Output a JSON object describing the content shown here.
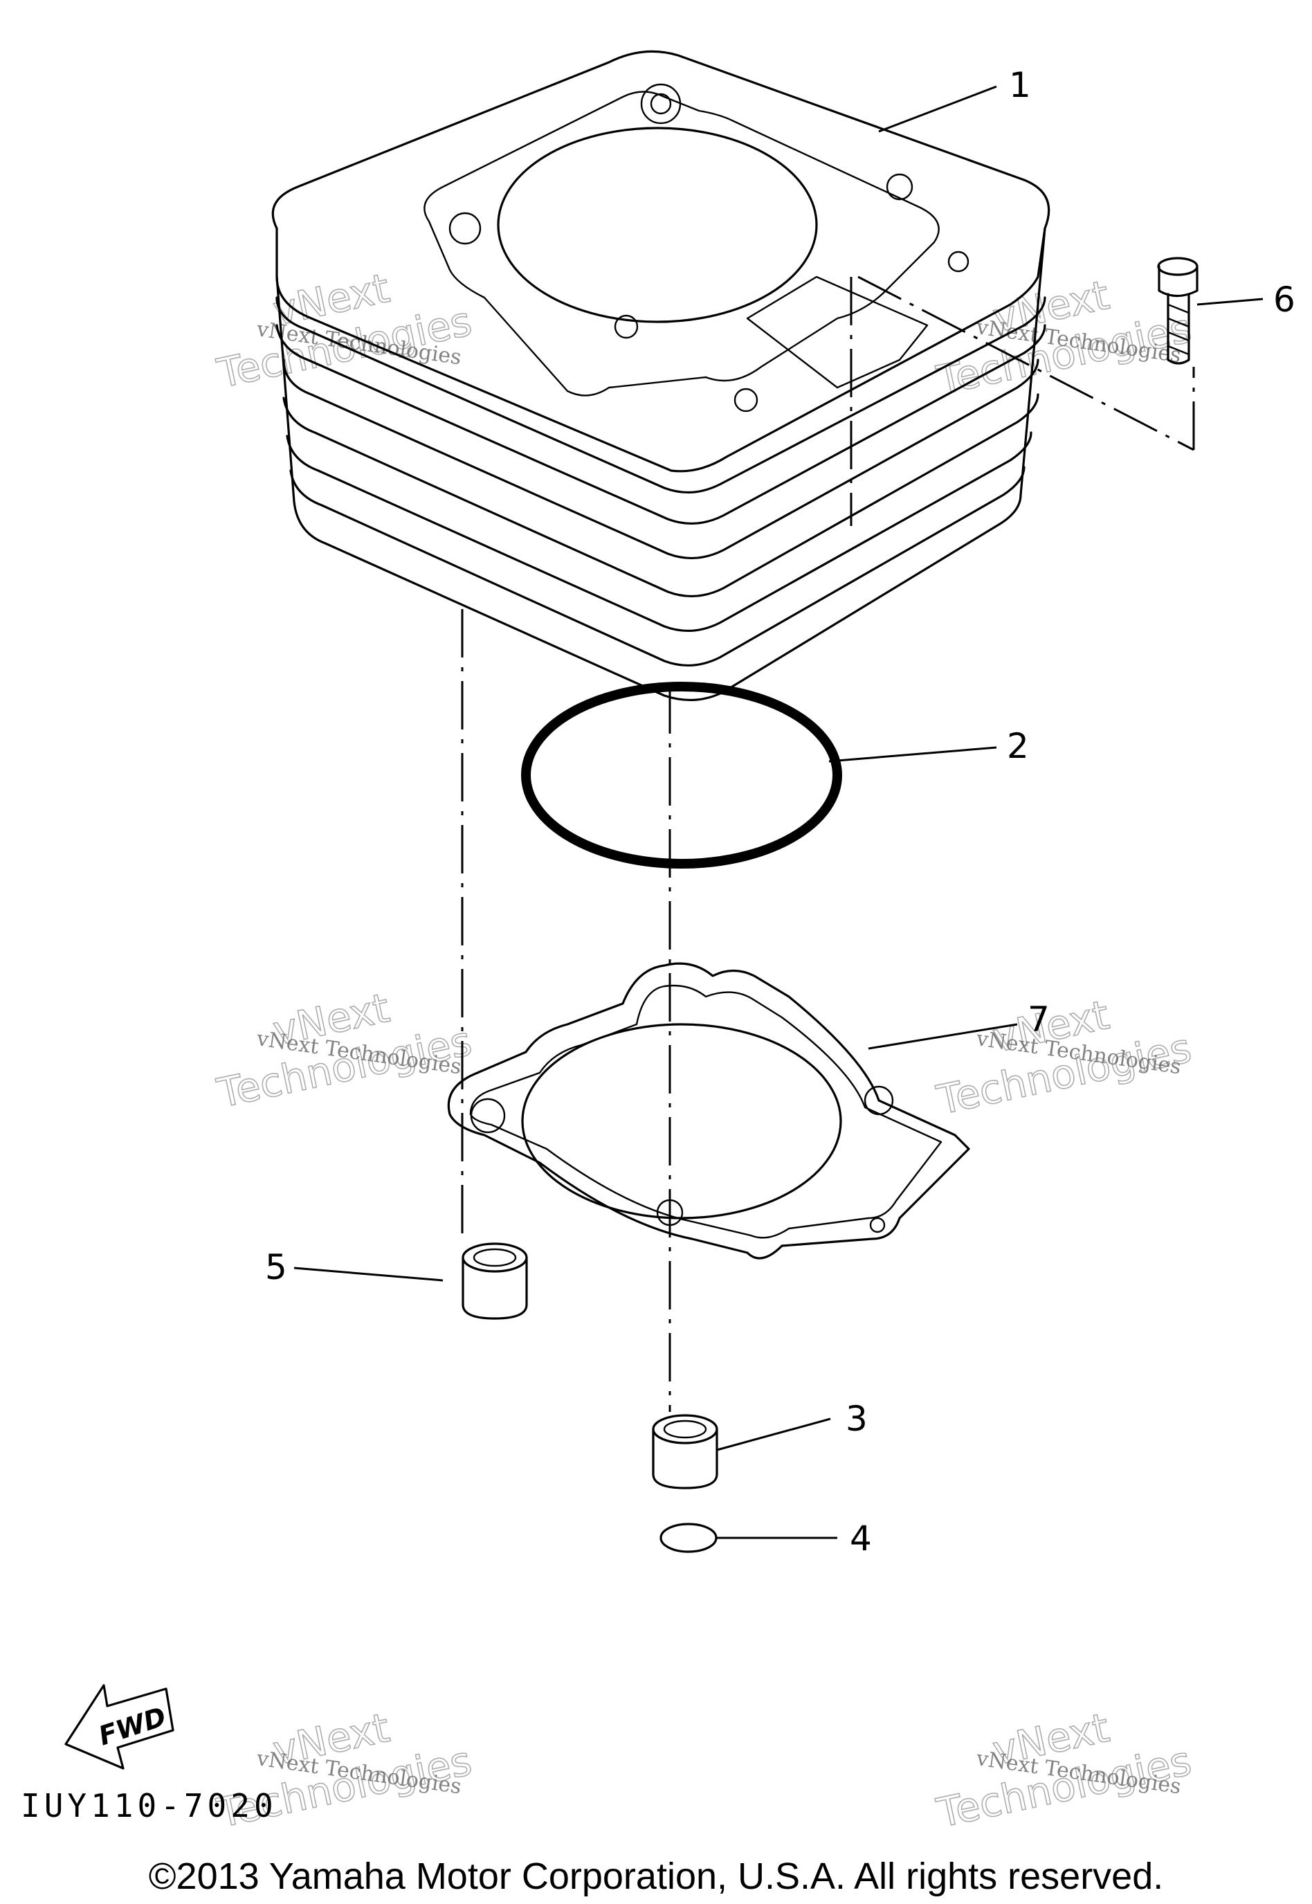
{
  "diagram": {
    "callouts": [
      {
        "id": "1",
        "label": "1"
      },
      {
        "id": "2",
        "label": "2"
      },
      {
        "id": "3",
        "label": "3"
      },
      {
        "id": "4",
        "label": "4"
      },
      {
        "id": "5",
        "label": "5"
      },
      {
        "id": "6",
        "label": "6"
      },
      {
        "id": "7",
        "label": "7"
      }
    ],
    "fwd_label": "FWD",
    "drawing_code": "IUY110-7020",
    "watermark": {
      "line1": "vNext Technologies",
      "line2": "vNext",
      "line3": "Technologies"
    }
  },
  "copyright": "©2013 Yamaha Motor Corporation, U.S.A. All rights reserved."
}
